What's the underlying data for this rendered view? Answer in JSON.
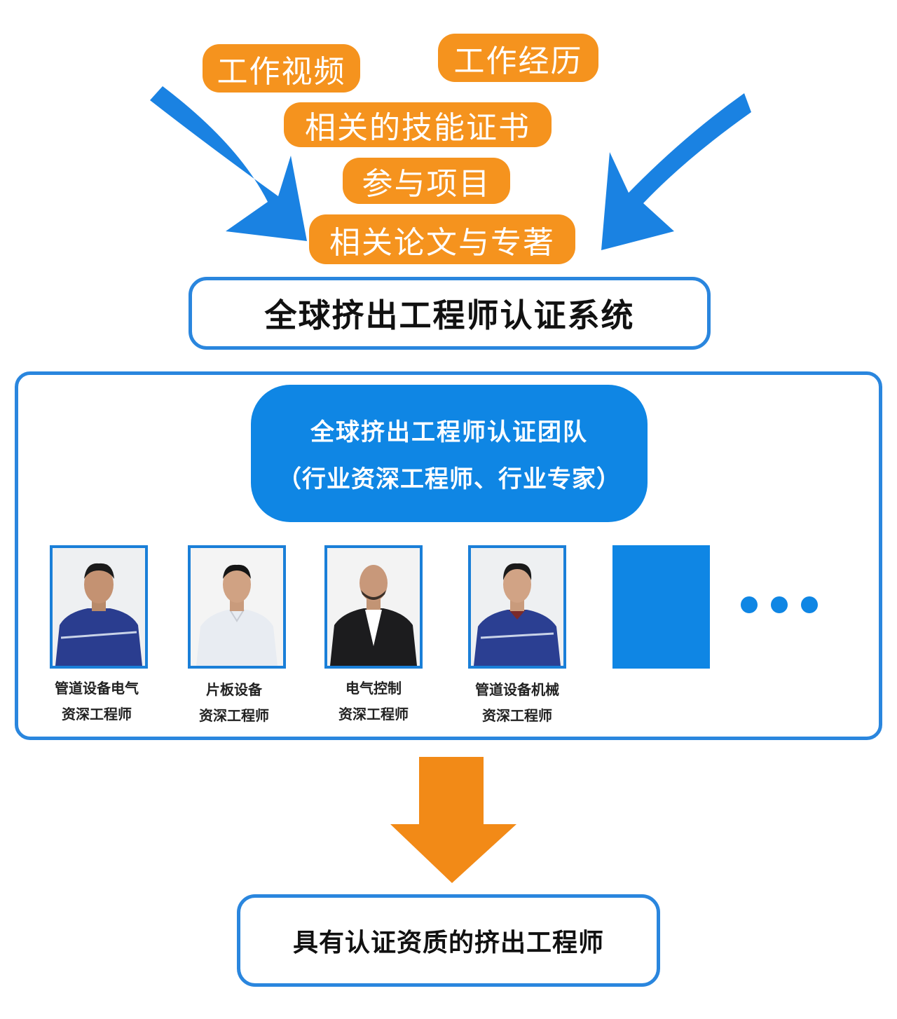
{
  "inputs": {
    "video": "工作视频",
    "history": "工作经历",
    "cert": "相关的技能证书",
    "project": "参与项目",
    "papers": "相关论文与专著"
  },
  "system": "全球挤出工程师认证系统",
  "team": {
    "title": "全球挤出工程师认证团队",
    "subtitle": "（行业资深工程师、行业专家）",
    "members": [
      {
        "line1": "管道设备电气",
        "line2": "资深工程师"
      },
      {
        "line1": "片板设备",
        "line2": "资深工程师"
      },
      {
        "line1": "电气控制",
        "line2": "资深工程师"
      },
      {
        "line1": "管道设备机械",
        "line2": "资深工程师"
      }
    ]
  },
  "result": "具有认证资质的挤出工程师",
  "colors": {
    "orange": "#f5931e",
    "blue": "#0f86e4",
    "outline_blue": "#2a86de"
  }
}
